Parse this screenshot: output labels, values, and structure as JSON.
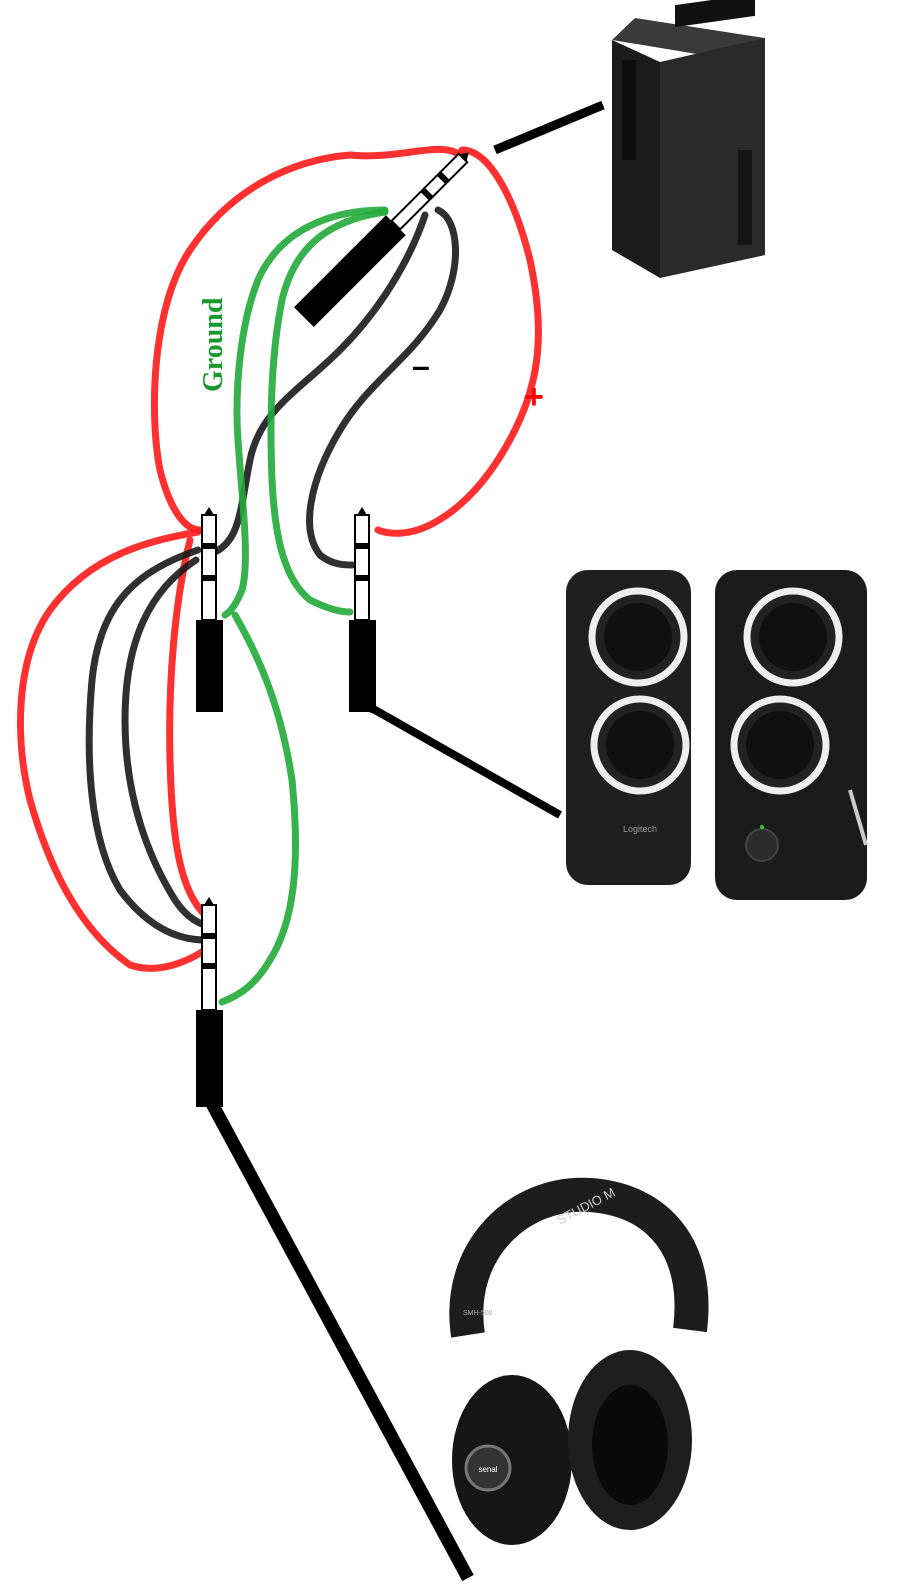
{
  "labels": {
    "ground": "Ground",
    "negative": "–",
    "positive": "+"
  },
  "colors": {
    "positive_wire": "#ff1a1a",
    "negative_wire": "#1a1a1a",
    "ground_wire": "#22aa3a"
  },
  "devices": {
    "computer": {
      "icon": "computer-tower-icon"
    },
    "speakers": {
      "icon": "speakers-icon",
      "brand": "Logitech"
    },
    "headphones": {
      "icon": "headphones-icon",
      "brand": "senal",
      "model": "SMH-500",
      "headband_text": "STUDIO M"
    }
  }
}
